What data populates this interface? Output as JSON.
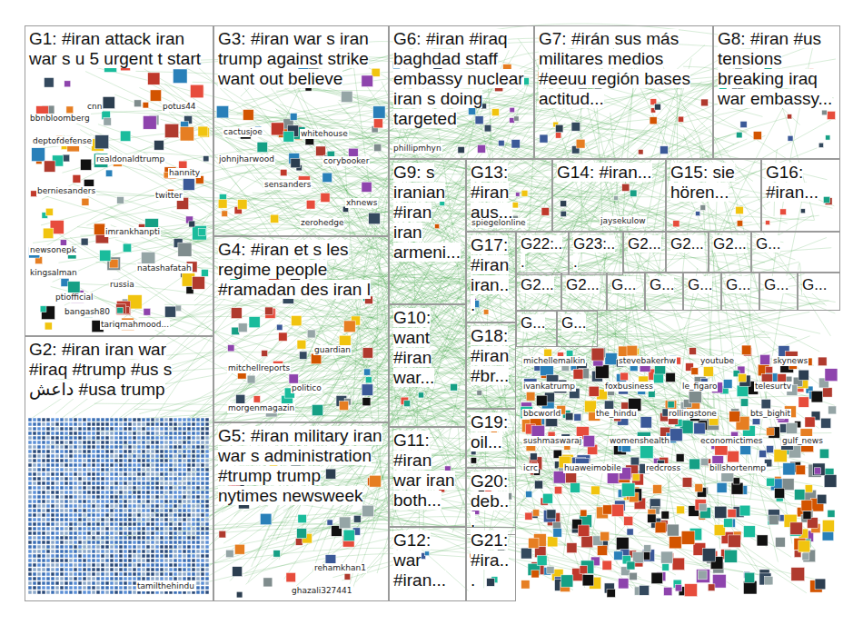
{
  "diagram": {
    "nodes": [
      {
        "text": [
          "G1: #iran attack iran war s u 5 urgent t start"
        ]
      },
      {
        "text": [
          "G2: #iran iran war #iraq #trump #us s داعش #usa trump"
        ]
      },
      {
        "text": [
          "G3: #iran war s iran trump against strike want out believe"
        ]
      },
      {
        "text": [
          "G4: #iran et s les regime people #ramadan des iran l"
        ]
      },
      {
        "text": [
          "G5: #iran military iran war s administration #trump trump nytimes newsweek"
        ]
      },
      {
        "text": [
          "G6: #iran #iraq baghdad staff embassy nuclear iran s doing targeted"
        ]
      },
      {
        "text": [
          "G7: #irán sus más militares medios #eeuu región bases actitud..."
        ]
      },
      {
        "text": [
          "G8: #iran #us tensions breaking iraq war embassy..."
        ]
      },
      {
        "text": [
          "G9: s iranian #iran iran armeni..."
        ]
      },
      {
        "text": [
          "G13: #iran aus..."
        ]
      },
      {
        "text": [
          "G14: #iran..."
        ]
      },
      {
        "text": [
          "G15: sie hören..."
        ]
      },
      {
        "text": [
          "G16: #iran..."
        ]
      },
      {
        "text": [
          "G17: #iran iran..."
        ]
      },
      {
        "text": [
          "G22:..."
        ]
      },
      {
        "text": [
          "G23:..."
        ]
      },
      {
        "text": [
          "G2..."
        ]
      },
      {
        "text": [
          "G2..."
        ]
      },
      {
        "text": [
          "G2..."
        ]
      },
      {
        "text": [
          "G..."
        ]
      },
      {
        "text": [
          "G10: want #iran war..."
        ]
      },
      {
        "text": [
          "G18: #iran #br..."
        ]
      },
      {
        "text": [
          "G11: #iran war iran both..."
        ]
      },
      {
        "text": [
          "G19: oil..."
        ]
      },
      {
        "text": [
          "G20: deb..."
        ]
      },
      {
        "text": [
          "G12: war #iran..."
        ]
      },
      {
        "text": [
          "G21: #ira..."
        ]
      },
      {
        "text": [
          "G2..."
        ]
      },
      {
        "text": [
          "G2..."
        ]
      },
      {
        "text": [
          "G..."
        ]
      },
      {
        "text": [
          "G..."
        ]
      },
      {
        "text": [
          "G..."
        ]
      },
      {
        "text": [
          "G..."
        ]
      },
      {
        "text": [
          "G..."
        ]
      },
      {
        "text": [
          "G..."
        ]
      },
      {
        "text": [
          "G..."
        ]
      },
      {
        "text": [
          "G..."
        ]
      }
    ],
    "labels": [
      "bbnbloomberg",
      "cnn",
      "potus44",
      "deptofdefense",
      "realdonaldtrump",
      "hannity",
      "berniesanders",
      "twitter",
      "imrankhanpti",
      "newsonepk",
      "kingsalman",
      "natashafatah",
      "russia",
      "ptiofficial",
      "bangash80",
      "tariqmahmood...",
      "tamilthehindu",
      "cactusjoe",
      "whitehouse",
      "johnjharwood",
      "corybooker",
      "sensanders",
      "xhnews",
      "zerohedge",
      "guardian",
      "mitchellreports",
      "politico",
      "morgenmagazin",
      "rehamkhan1",
      "ghazali327441",
      "phillipmhyn",
      "spiegelonline",
      "jaysekulow",
      "michellemalkin",
      "stevebakerhw",
      "youtube",
      "skynews",
      "ivankatrump",
      "foxbusiness",
      "le_figaro",
      "telesurtv",
      "bbcworld",
      "the_hindu",
      "rollingstone",
      "bts_bighit",
      "sushmaswaraj",
      "womenshealth",
      "economictimes",
      "gulf_news",
      "icrc",
      "huaweimobile",
      "redcross",
      "billshortenmp"
    ]
  }
}
